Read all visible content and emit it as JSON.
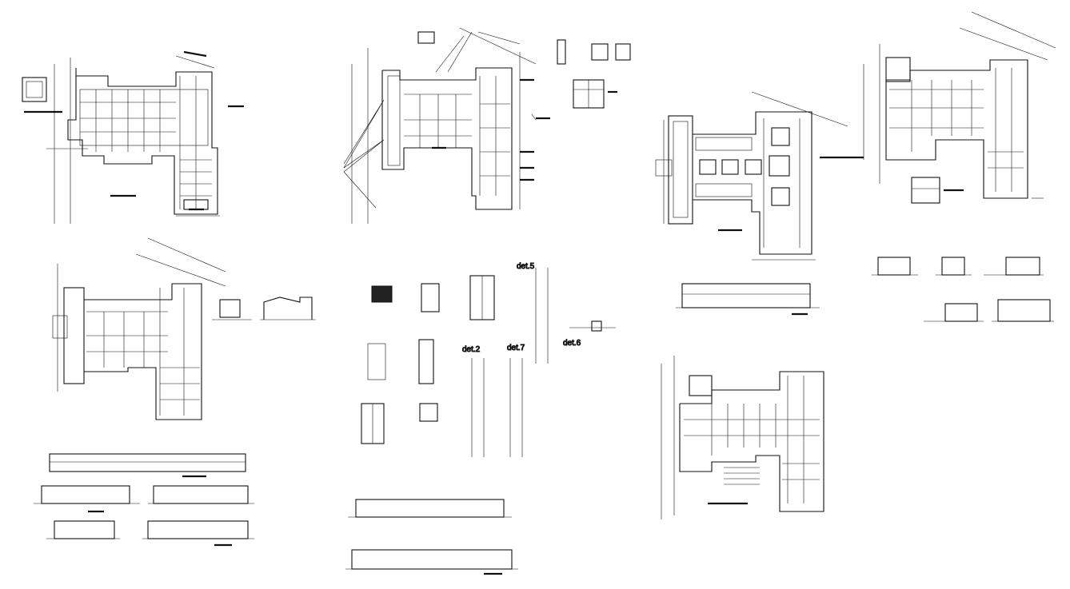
{
  "drawing": {
    "detail_labels": [
      "det.5",
      "det.2",
      "det.7",
      "det.6"
    ]
  }
}
